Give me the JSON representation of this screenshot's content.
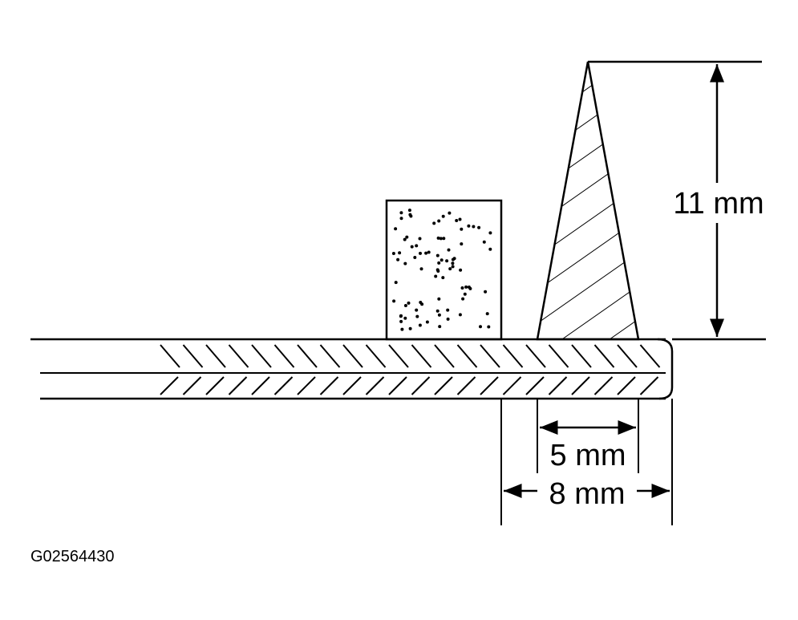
{
  "labels": {
    "height_dim": "11 mm",
    "inner_width_dim": "5 mm",
    "outer_width_dim": "8 mm",
    "figure_id": "G02564430"
  },
  "colors": {
    "ink": "#000000",
    "background": "#ffffff"
  }
}
